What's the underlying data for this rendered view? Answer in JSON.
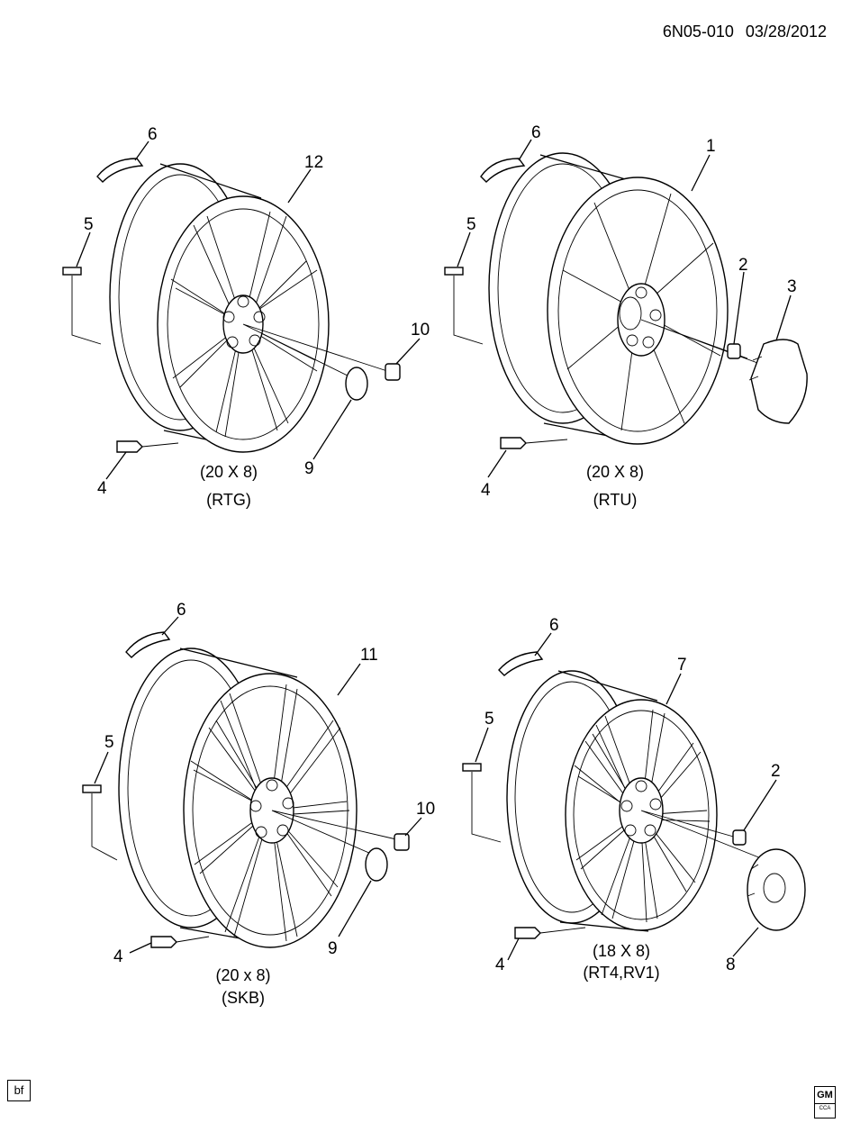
{
  "header": {
    "drawing_id": "6N05-010",
    "date": "03/28/2012"
  },
  "diagrams": [
    {
      "callouts": [
        "6",
        "12",
        "5",
        "10",
        "9",
        "4"
      ],
      "caption": {
        "size": "(20 X 8)",
        "code": "(RTG)"
      }
    },
    {
      "callouts": [
        "6",
        "1",
        "5",
        "2",
        "3",
        "4"
      ],
      "caption": {
        "size": "(20 X 8)",
        "code": "(RTU)"
      }
    },
    {
      "callouts": [
        "6",
        "11",
        "5",
        "10",
        "9",
        "4"
      ],
      "caption": {
        "size": "(20 x 8)",
        "code": "(SKB)"
      }
    },
    {
      "callouts": [
        "6",
        "7",
        "5",
        "2",
        "4",
        "8"
      ],
      "caption": {
        "size": "(18 X 8)",
        "code": "(RT4,RV1)"
      }
    }
  ],
  "footer": {
    "tag": "bf",
    "logo_text": "GM",
    "logo_subtext": "CCA"
  },
  "colors": {
    "ink": "#000000",
    "paper": "#ffffff"
  }
}
